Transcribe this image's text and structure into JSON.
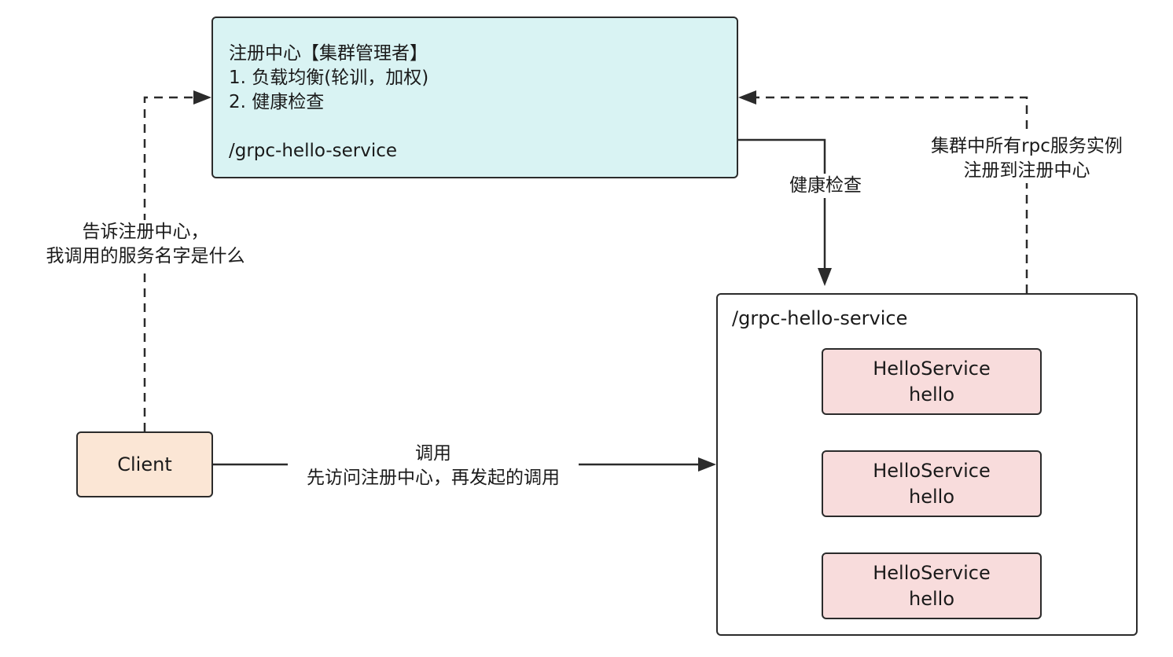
{
  "registry": {
    "title": "注册中心【集群管理者】",
    "item1": "1. 负载均衡(轮训，加权)",
    "item2": "2. 健康检查",
    "path": "/grpc-hello-service"
  },
  "client": {
    "label": "Client"
  },
  "service_group": {
    "label": "/grpc-hello-service",
    "instances": [
      {
        "line1": "HelloService",
        "line2": "hello"
      },
      {
        "line1": "HelloService",
        "line2": "hello"
      },
      {
        "line1": "HelloService",
        "line2": "hello"
      }
    ]
  },
  "edges": {
    "client_to_registry": {
      "line1": "告诉注册中心，",
      "line2": "我调用的服务名字是什么"
    },
    "client_to_service": {
      "line1": "调用",
      "line2": "先访问注册中心，再发起的调用"
    },
    "health_check": {
      "label": "健康检查"
    },
    "service_register": {
      "line1": "集群中所有rpc服务实例",
      "line2": "注册到注册中心"
    }
  }
}
